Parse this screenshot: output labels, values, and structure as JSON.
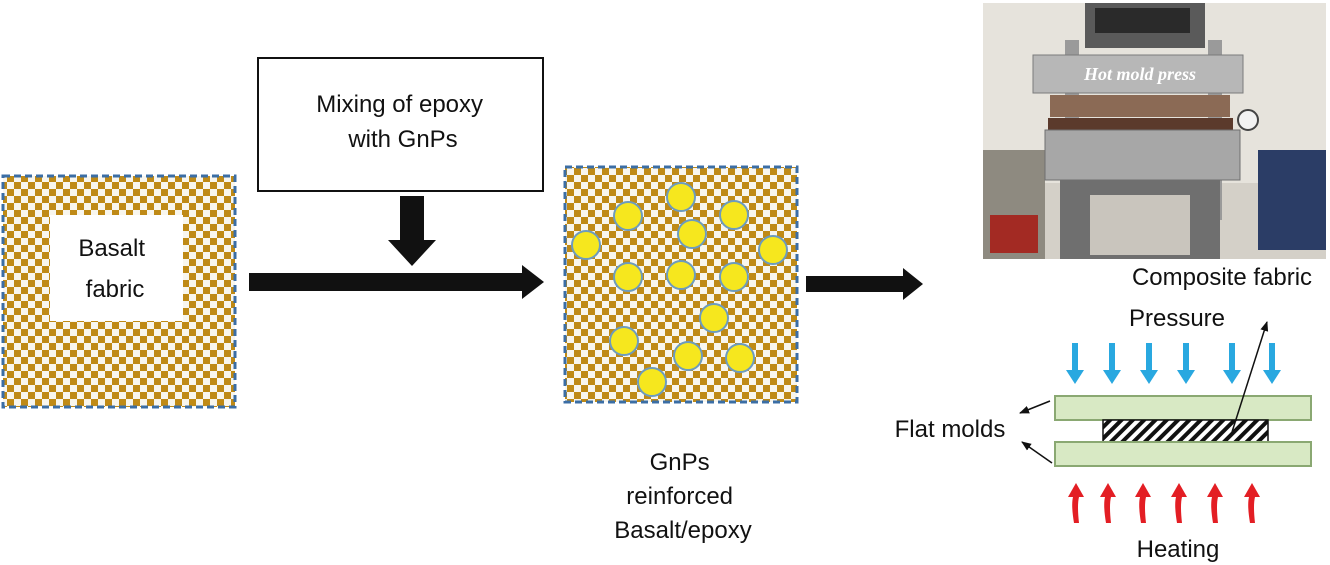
{
  "labels": {
    "basalt_fabric": [
      "Basalt",
      "fabric"
    ],
    "mixing_box": [
      "Mixing of epoxy",
      "with GnPs"
    ],
    "reinforced": [
      "GnPs",
      "reinforced",
      "Basalt/epoxy"
    ],
    "composite_fabric": "Composite fabric",
    "pressure": "Pressure",
    "flat_molds": "Flat molds",
    "heating": "Heating",
    "photo_overlay": "Hot mold press"
  },
  "colors": {
    "checker_gold": "#bf8a16",
    "checker_light": "#f8f6ee",
    "dashed_border": "#3b6ea5",
    "particle_fill": "#f6e71e",
    "particle_stroke": "#6d9bbd",
    "pressure_arrow": "#29a8e0",
    "heating_arrow": "#e31e24",
    "mold_fill": "#d8e9c4",
    "mold_stroke": "#8aa872",
    "arrow": "#111111"
  },
  "icons": {
    "process_arrow": "right-arrow",
    "input_arrow": "down-arrow",
    "pressure_arrows": "down-arrow",
    "heating_arrows": "up-arrow",
    "particles": "circle"
  }
}
